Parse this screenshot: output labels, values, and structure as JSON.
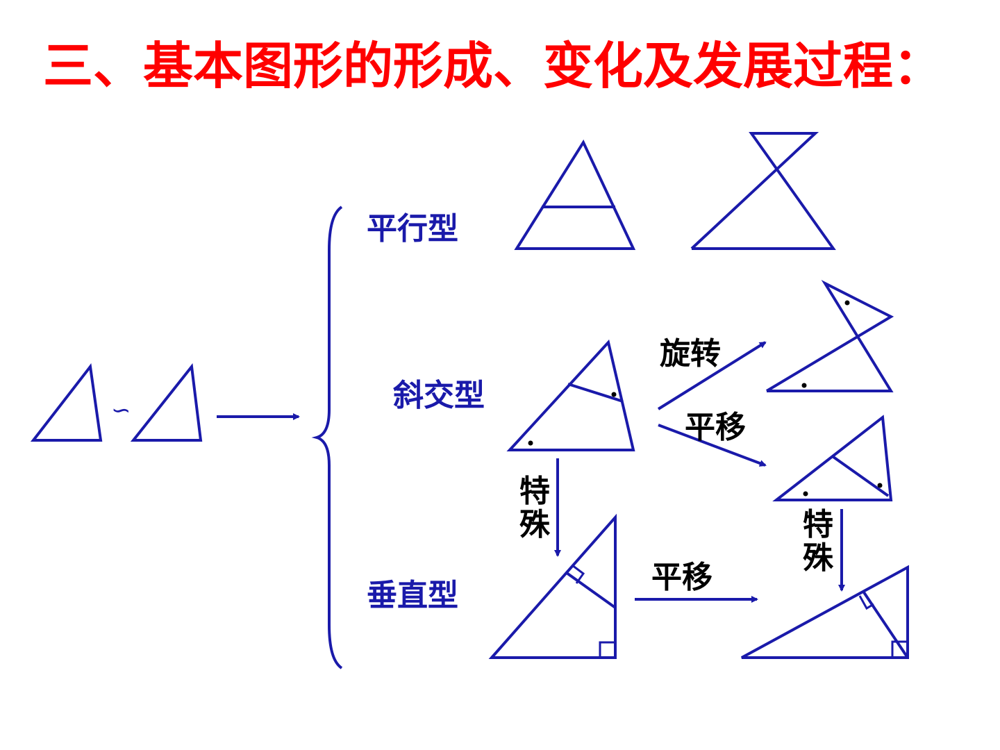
{
  "title": "三、基本图形的形成、变化及发展过程：",
  "similar_symbol": "∽",
  "categories": {
    "parallel": "平行型",
    "oblique": "斜交型",
    "perpendicular": "垂直型"
  },
  "transforms": {
    "rotate": "旋转",
    "translate_top": "平移",
    "translate_bottom": "平移",
    "special_left_1": "特",
    "special_left_2": "殊",
    "special_right_1": "特",
    "special_right_2": "殊"
  },
  "colors": {
    "title": "#ff0000",
    "stroke": "#1a1aaa",
    "label_blue": "#1a1aaa",
    "label_black": "#000000"
  }
}
